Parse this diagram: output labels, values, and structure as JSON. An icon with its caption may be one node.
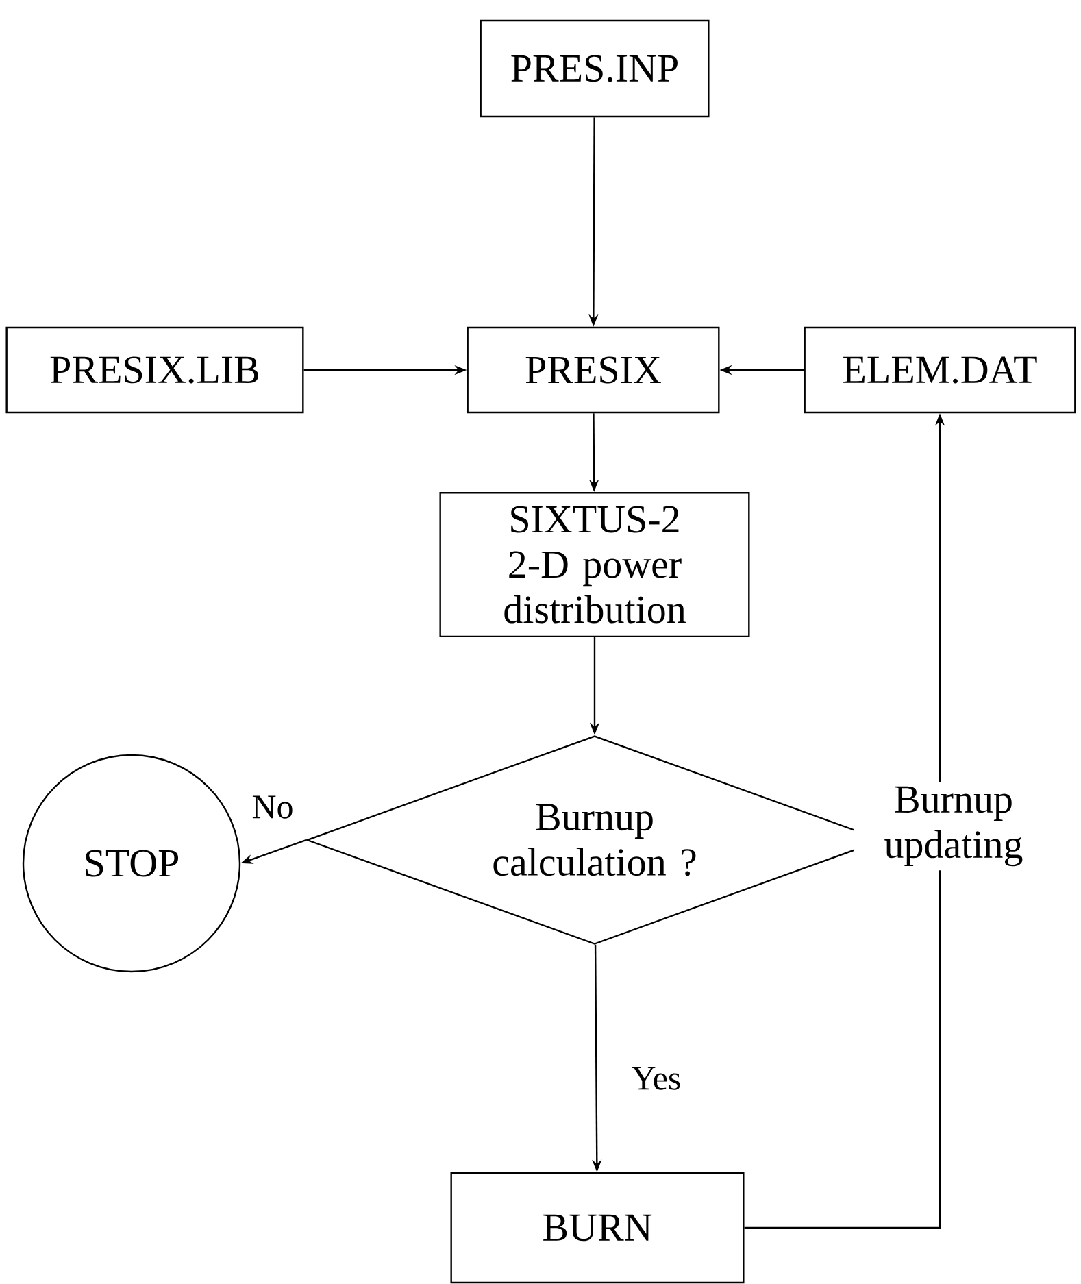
{
  "diagram": {
    "nodes": [
      {
        "text": [
          "PRES.INP"
        ]
      },
      {
        "text": [
          "PRESIX.LIB"
        ]
      },
      {
        "text": [
          "PRESIX"
        ]
      },
      {
        "text": [
          "ELEM.DAT"
        ]
      },
      {
        "text": [
          "SIXTUS-2 2-D power distribution"
        ]
      },
      {
        "text": [
          "Burnup calculation ?"
        ]
      },
      {
        "text": [
          "STOP"
        ]
      },
      {
        "text": [
          "BURN"
        ]
      }
    ],
    "edges": [
      {
        "from": 0,
        "to": 2,
        "arrow": "to"
      },
      {
        "from": 1,
        "to": 2,
        "arrow": "to"
      },
      {
        "from": 3,
        "to": 2,
        "arrow": "to"
      },
      {
        "from": 2,
        "to": 4,
        "arrow": "to"
      },
      {
        "from": 4,
        "to": 5,
        "arrow": "to"
      },
      {
        "from": 5,
        "to": 6,
        "arrow": "to",
        "label": "No"
      },
      {
        "from": 5,
        "to": 7,
        "arrow": "to",
        "label": "Yes"
      },
      {
        "from": 7,
        "to": 3,
        "arrow": "to",
        "label": "Burnup updating"
      }
    ]
  }
}
